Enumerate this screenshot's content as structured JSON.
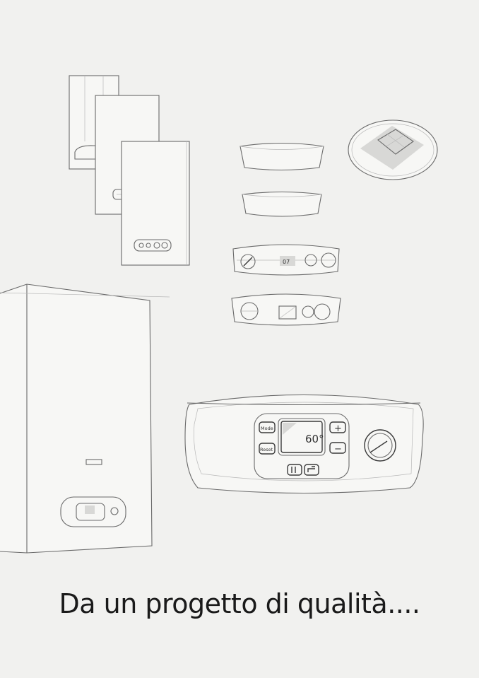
{
  "headline": "Da un progetto di qualità....",
  "control_panel": {
    "mode_label": "Mode",
    "reset_label": "Reset",
    "display_value": "60°",
    "plus_label": "+",
    "minus_label": "−"
  },
  "small_panel": {
    "display_value": "07"
  }
}
